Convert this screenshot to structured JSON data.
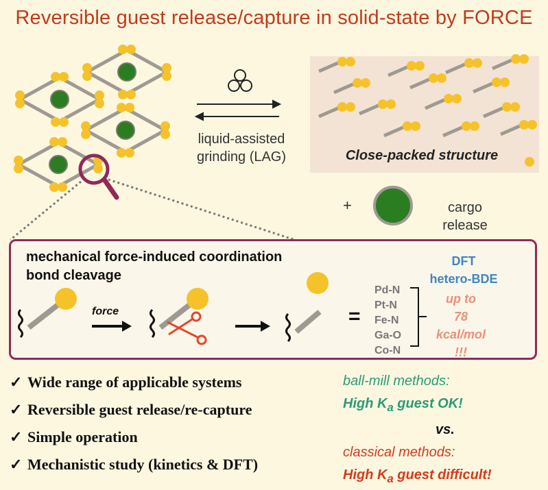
{
  "title": "Reversible guest release/capture in solid-state by FORCE",
  "lag_label": {
    "line1": "liquid-assisted",
    "line2": "grinding (LAG)"
  },
  "packed_label": "Close-packed structure",
  "plus": "+",
  "cargo_label": {
    "line1": "cargo",
    "line2": "release"
  },
  "panel": {
    "title_line1": "mechanical force-induced coordination",
    "title_line2": "bond cleavage",
    "force_label": "force",
    "equals": "=",
    "bonds": [
      "Pd-N",
      "Pt-N",
      "Fe-N",
      "Ga-O",
      "Co-N"
    ],
    "dft": {
      "line1": "DFT",
      "line2": "hetero-BDE"
    },
    "energy": {
      "line1": "up to",
      "line2": "78",
      "line3": "kcal/mol",
      "line4": "!!!"
    }
  },
  "bullets": [
    "Wide range of applicable systems",
    "Reversible guest release/re-capture",
    "Simple operation",
    "Mechanistic study (kinetics & DFT)"
  ],
  "checkmark": "✓",
  "comparison": {
    "ballmill_label": "ball-mill methods:",
    "ballmill_pre": "High K",
    "ballmill_sub": "a",
    "ballmill_post": " guest OK!",
    "vs": "vs.",
    "classical_label": "classical methods:",
    "classical_pre": "High K",
    "classical_sub": "a",
    "classical_post": " guest difficult!"
  },
  "colors": {
    "title": "#c03a1c",
    "ligand_rod": "#9e9a92",
    "metal_node": "#f6c22a",
    "guest": "#2b7d22",
    "panel_border": "#8e2a5a",
    "scissors": "#e2482b",
    "teal": "#2a9b77",
    "red": "#d43b1d",
    "dft_blue": "#3f86c4",
    "salmon": "#ec8f7a"
  }
}
